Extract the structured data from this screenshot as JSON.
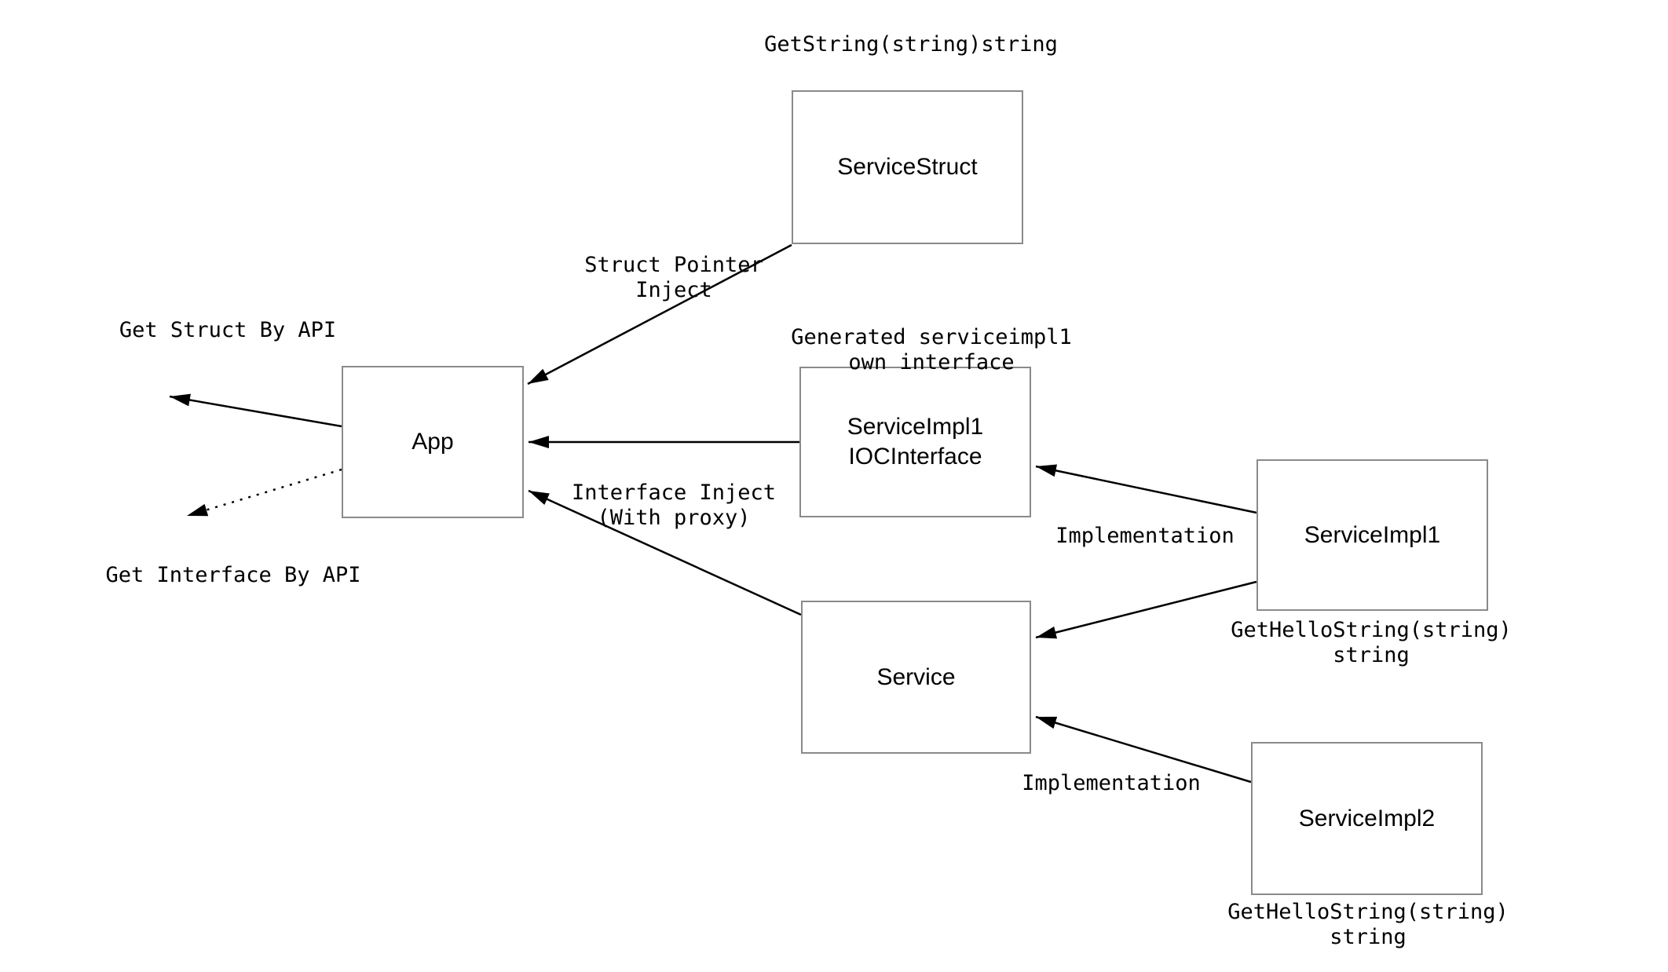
{
  "diagram": {
    "nodes": {
      "service_struct": {
        "label": "ServiceStruct"
      },
      "app": {
        "label": "App"
      },
      "service_impl1_ioc_interface": {
        "label": "ServiceImpl1\nIOCInterface"
      },
      "service_impl1": {
        "label": "ServiceImpl1"
      },
      "service": {
        "label": "Service"
      },
      "service_impl2": {
        "label": "ServiceImpl2"
      }
    },
    "edge_labels": {
      "get_string_signature": "GetString(string)string",
      "struct_pointer_inject": "Struct Pointer\nInject",
      "get_struct_by_api": "Get Struct By API",
      "generated_interface_note": "Generated serviceimpl1\nown interface",
      "interface_inject": "Interface Inject\n(With proxy)",
      "get_interface_by_api": "Get Interface By API",
      "implementation_impl1": "Implementation",
      "get_hello_string_impl1": "GetHelloString(string) string",
      "implementation_impl2": "Implementation",
      "get_hello_string_impl2": "GetHelloString(string) string"
    },
    "edges": [
      {
        "from": "service_struct",
        "to": "app",
        "style": "solid",
        "label": "Struct Pointer Inject"
      },
      {
        "from": "service_impl1_ioc_interface",
        "to": "app",
        "style": "solid",
        "label": ""
      },
      {
        "from": "service",
        "to": "app",
        "style": "solid",
        "label": "Interface Inject (With proxy)"
      },
      {
        "from": "app",
        "to": "outside-upper-left",
        "style": "solid",
        "label": "Get Struct By API"
      },
      {
        "from": "app",
        "to": "outside-lower-left",
        "style": "dotted",
        "label": "Get Interface By API"
      },
      {
        "from": "service_impl1",
        "to": "service_impl1_ioc_interface",
        "style": "solid",
        "label": "Implementation"
      },
      {
        "from": "service_impl1",
        "to": "service",
        "style": "solid",
        "label": ""
      },
      {
        "from": "service_impl2",
        "to": "service",
        "style": "solid",
        "label": "Implementation"
      }
    ],
    "colors": {
      "background": "#ffffff",
      "box_border": "#8a8a8a",
      "line": "#000000",
      "text": "#000000"
    }
  }
}
